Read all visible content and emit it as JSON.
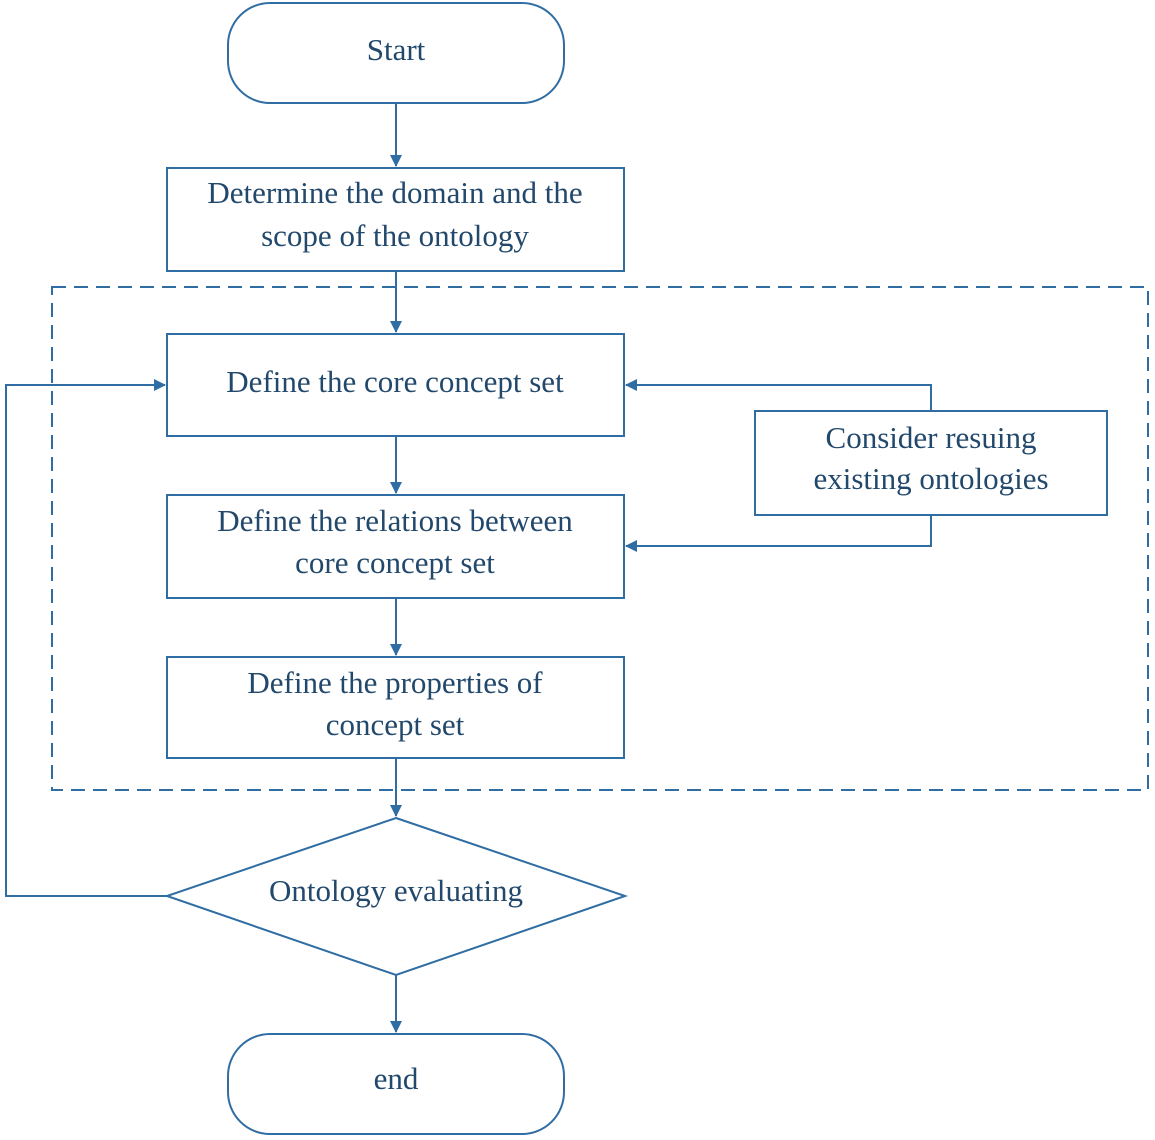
{
  "flowchart": {
    "start": {
      "label": "Start"
    },
    "determine_scope": {
      "lines": [
        "Determine the domain and the",
        "scope of the ontology"
      ]
    },
    "core_concepts": {
      "lines": [
        "Define the core concept set"
      ]
    },
    "reuse_ontologies": {
      "lines": [
        "Consider resuing",
        "existing ontologies"
      ]
    },
    "relations": {
      "lines": [
        "Define the relations between",
        "core concept set"
      ]
    },
    "properties": {
      "lines": [
        "Define the properties of",
        "concept set"
      ]
    },
    "evaluation": {
      "label": "Ontology evaluating"
    },
    "end": {
      "label": "end"
    }
  },
  "colors": {
    "stroke": "#2f6da3",
    "text": "#22486b"
  }
}
